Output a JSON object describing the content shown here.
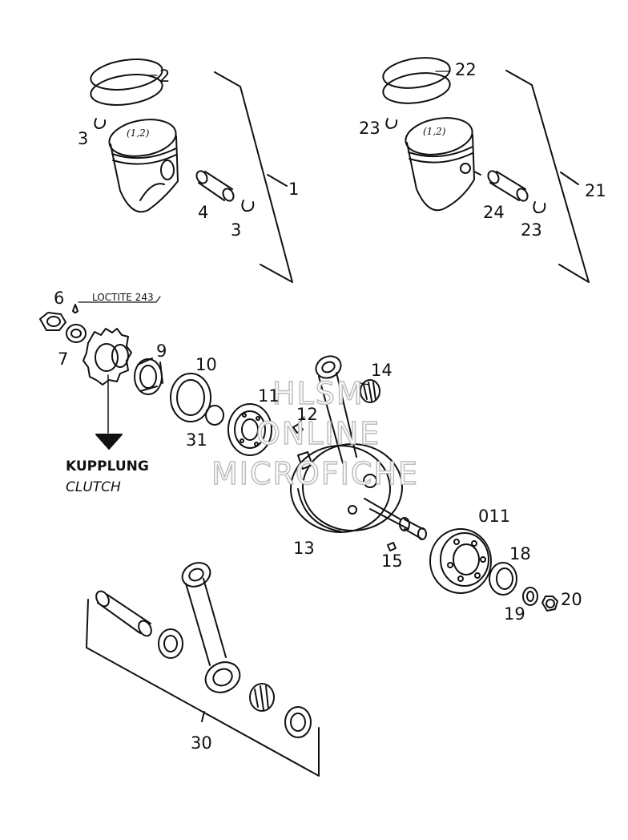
{
  "callouts": {
    "c1": "1",
    "c2": "2",
    "c3a": "3",
    "c3b": "3",
    "c4": "4",
    "c21": "21",
    "c22": "22",
    "c23a": "23",
    "c23b": "23",
    "c24": "24",
    "c6": "6",
    "c7": "7",
    "c9": "9",
    "c10": "10",
    "c11": "11",
    "c12": "12",
    "c13": "13",
    "c14": "14",
    "c15": "15",
    "c011": "011",
    "c18": "18",
    "c19": "19",
    "c20": "20",
    "c30": "30",
    "c31": "31"
  },
  "notes": {
    "loctite": "LOCTITE 243",
    "clutch_de": "KUPPLUNG",
    "clutch_en": "CLUTCH",
    "piston_mark_left": "(1,2)",
    "piston_mark_right": "(1,2)"
  },
  "watermark": {
    "line1": "HLSM",
    "line2": "ONLINE",
    "line3": "MICROFICHE"
  }
}
